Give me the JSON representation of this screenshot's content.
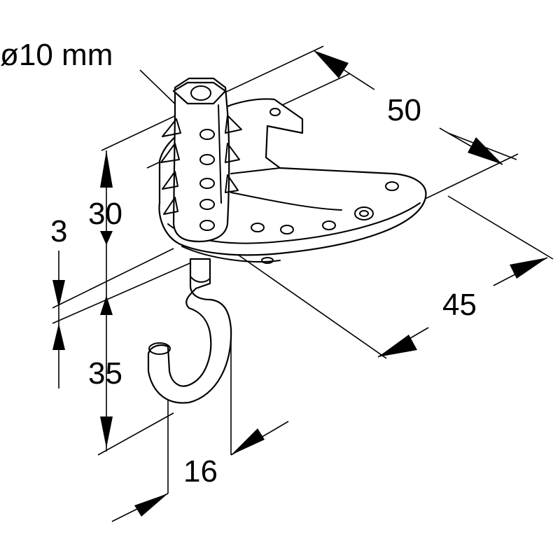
{
  "labels": {
    "diameter": "ø10 mm",
    "width": "50",
    "depth": "45",
    "plate_height": "30",
    "thickness": "3",
    "hook_height": "35",
    "hook_opening": "16"
  }
}
